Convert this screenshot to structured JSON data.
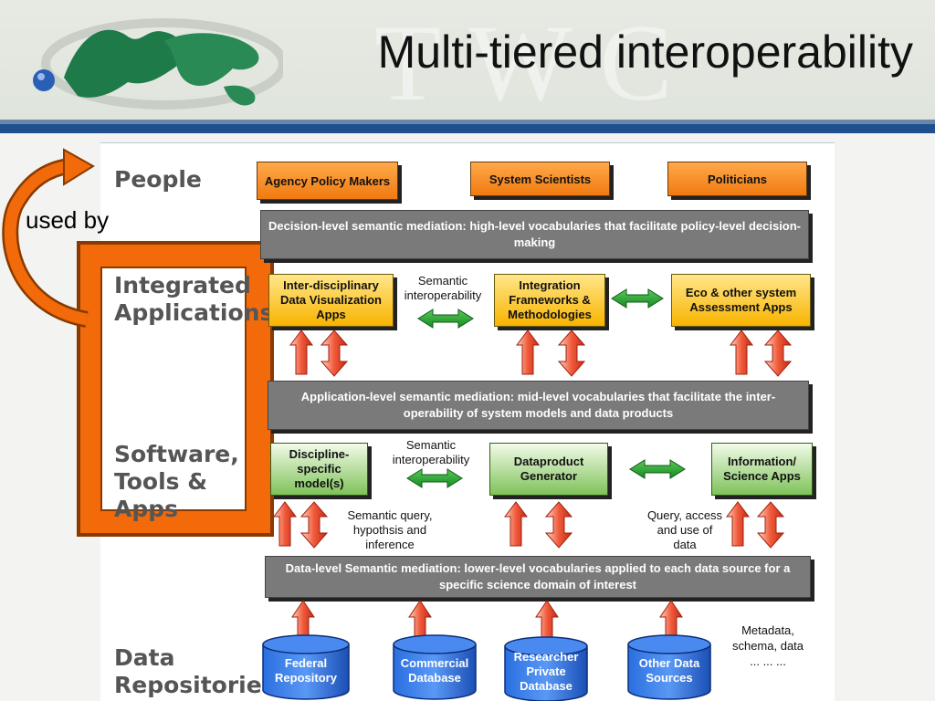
{
  "title": "Multi-tiered interoperability",
  "watermark": "TWC",
  "side": {
    "used_by": "used by",
    "people": "People",
    "integrated": "Integrated Applications",
    "software": "Software, Tools & Apps",
    "data": "Data Repositories"
  },
  "people": {
    "agency": "Agency Policy Makers",
    "scientists": "System Scientists",
    "politicians": "Politicians"
  },
  "mediation": {
    "decision": "Decision-level semantic mediation: high-level vocabularies that facilitate policy-level decision-making",
    "application": "Application-level semantic mediation: mid-level vocabularies that facilitate the inter-operability of system models and data products",
    "data": "Data-level Semantic mediation: lower-level vocabularies applied to each data source for a specific science domain of interest"
  },
  "apps": {
    "viz": "Inter-disciplinary Data Visualization Apps",
    "frameworks": "Integration Frameworks & Methodologies",
    "eco": "Eco & other system Assessment Apps"
  },
  "tools": {
    "discipline": "Discipline-specific model(s)",
    "dataproduct": "Dataproduct Generator",
    "info": "Information/ Science Apps"
  },
  "labels": {
    "semantic_interop_1": "Semantic interoperability",
    "semantic_interop_2": "Semantic interoperability",
    "semantic_query": "Semantic query, hypothsis and inference",
    "query_access": "Query, access and use of data",
    "metadata": "Metadata, schema, data ... ... ..."
  },
  "repositories": {
    "federal": "Federal Repository",
    "commercial": "Commercial Database",
    "researcher": "Researcher Private Database",
    "other": "Other Data Sources"
  },
  "colors": {
    "header_bar": "#1f4f8c",
    "orange": "#f07a10",
    "highlight_frame": "#f26a0a",
    "grey": "#7a7a7a",
    "green_arrow": "#1a9a2a",
    "red_arrow": "#e8402a",
    "cylinder": "#1f6ad8"
  }
}
